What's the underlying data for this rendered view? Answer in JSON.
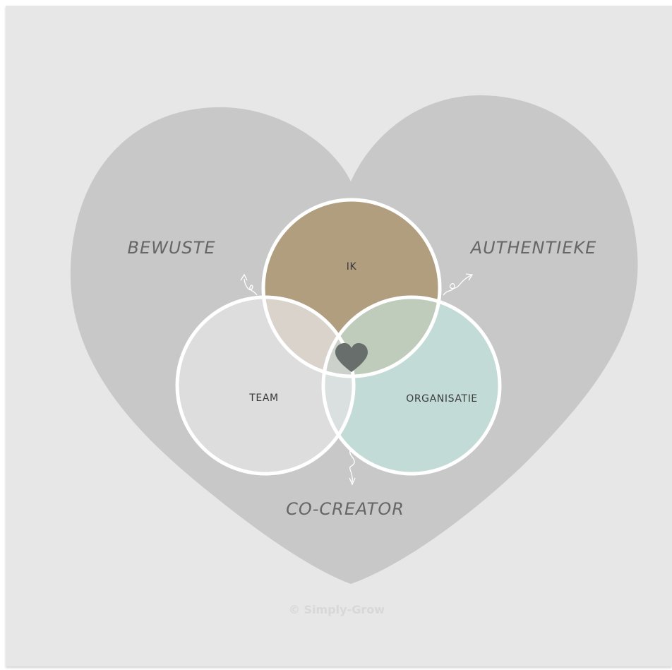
{
  "labels": {
    "bewuste": "BEWUSTE",
    "authentieke": "AUTHENTIEKE",
    "co_creator": "CO-CREATOR"
  },
  "circles": {
    "ik": "IK",
    "team": "TEAM",
    "organisatie": "ORGANISATIE"
  },
  "footer": {
    "copyright": "© Simply-Grow"
  },
  "colors": {
    "background": "#e7e7e7",
    "big_heart": "#c8c8c8",
    "ik_fill": "#b09e7e",
    "team_fill": "#dddddd",
    "organisatie_fill": "#c3dbd6",
    "ik_team_overlap": "#d9d3cb",
    "ik_org_overlap": "#c0ccbb",
    "team_org_overlap": "#d9e0df",
    "center_heart": "#686e6b",
    "circle_stroke": "#ffffff"
  },
  "icons": {
    "center": "heart-icon",
    "arrows": "curly-arrow-icon"
  }
}
